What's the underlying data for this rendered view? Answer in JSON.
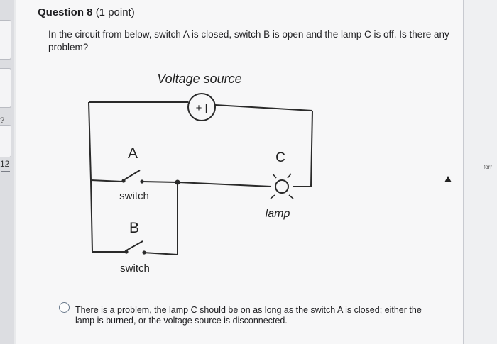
{
  "question": {
    "number_label": "Question 8",
    "points_label": "(1 point)",
    "text": "In the circuit from below, switch A is closed, switch B is open and the lamp C is off. Is there any problem?"
  },
  "diagram": {
    "source_label": "Voltage source",
    "source_symbol": "+ |",
    "switch_a_letter": "A",
    "switch_a_label": "switch",
    "switch_b_letter": "B",
    "switch_b_label": "switch",
    "lamp_letter": "C",
    "lamp_label": "lamp"
  },
  "answer_option": {
    "text": "There is a problem, the lamp C should be on as long as the switch A is closed; either the lamp is burned, or the voltage source is disconnected."
  },
  "left_rail": {
    "number": "12",
    "glyph": "?"
  },
  "right_panel": {
    "text": "forr"
  }
}
